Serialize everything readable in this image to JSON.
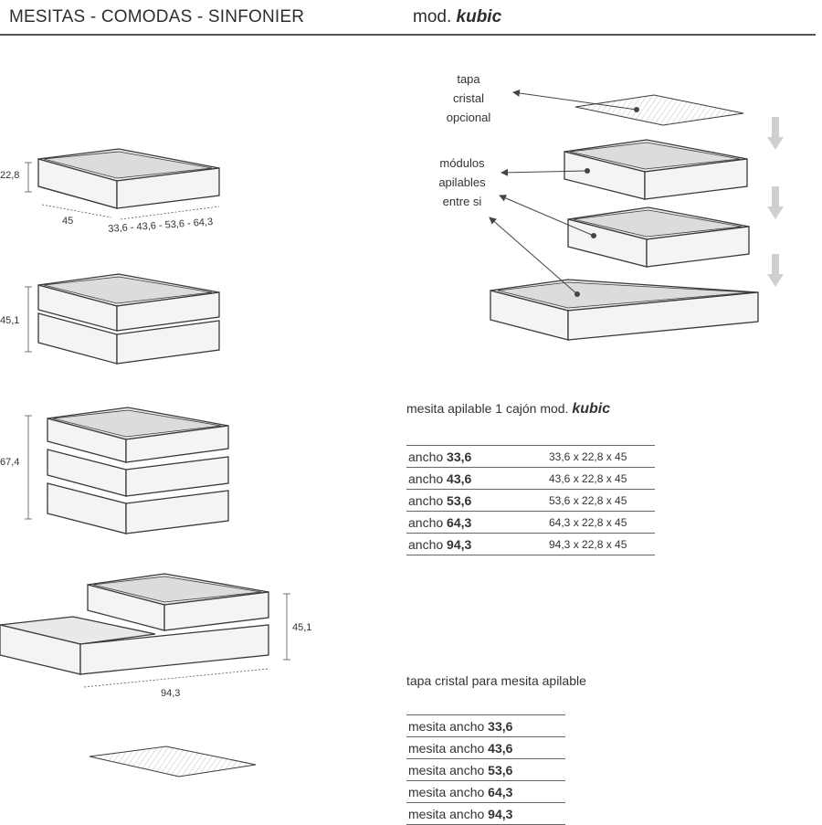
{
  "header": {
    "category": "MESITAS - COMODAS - SINFONIER",
    "model_prefix": "mod.",
    "model_name": "kubic"
  },
  "exploded_view": {
    "glass_top_label": [
      "tapa",
      "cristal",
      "opcional"
    ],
    "modules_label": [
      "módulos",
      "apilables",
      "entre si"
    ]
  },
  "configurations": {
    "single_height": "22,8",
    "depth": "45",
    "width_options": "33,6 - 43,6 - 53,6 - 64,3",
    "double_height": "45,1",
    "triple_height": "67,4",
    "combo_height": "45,1",
    "combo_width": "94,3"
  },
  "table1": {
    "title": "mesita apilable 1 cajón",
    "title_model_prefix": "mod.",
    "title_model": "kubic",
    "rows": [
      {
        "label": "ancho",
        "width": "33,6",
        "dims": "33,6 x 22,8 x 45"
      },
      {
        "label": "ancho",
        "width": "43,6",
        "dims": "43,6 x 22,8 x 45"
      },
      {
        "label": "ancho",
        "width": "53,6",
        "dims": "53,6 x 22,8 x 45"
      },
      {
        "label": "ancho",
        "width": "64,3",
        "dims": "64,3 x 22,8 x 45"
      },
      {
        "label": "ancho",
        "width": "94,3",
        "dims": "94,3 x 22,8 x 45"
      }
    ]
  },
  "table2": {
    "title": "tapa cristal para mesita apilable",
    "rows": [
      {
        "label": "mesita ancho",
        "width": "33,6"
      },
      {
        "label": "mesita ancho",
        "width": "43,6"
      },
      {
        "label": "mesita ancho",
        "width": "53,6"
      },
      {
        "label": "mesita ancho",
        "width": "64,3"
      },
      {
        "label": "mesita ancho",
        "width": "94,3"
      }
    ]
  }
}
